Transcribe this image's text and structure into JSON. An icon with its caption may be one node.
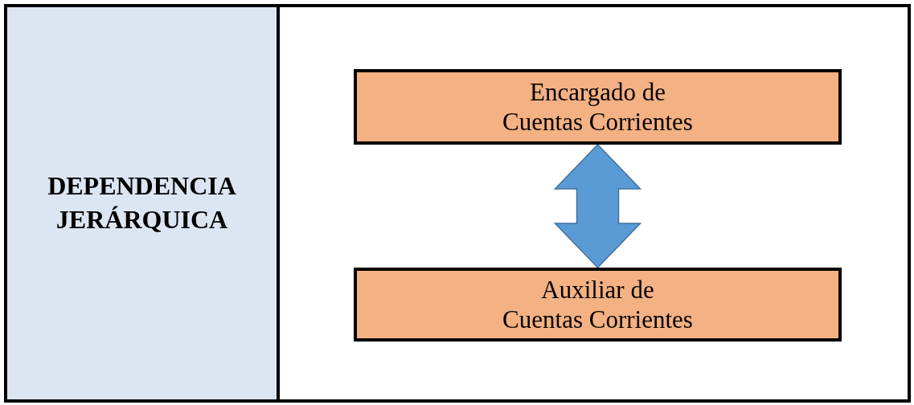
{
  "diagram": {
    "nodes": [
      {
        "text": [
          "DEPENDENCIA JERÁRQUICA"
        ]
      },
      {
        "text": [],
        "shape": "box"
      },
      {
        "text": [
          "Encargado de Cuentas Corrientes"
        ],
        "in": 1
      },
      {
        "text": [
          "Auxiliar de Cuentas Corrientes"
        ],
        "in": 1
      }
    ],
    "edges": [
      {
        "from": 2,
        "to": 3,
        "arrow": "both",
        "style": "thick"
      }
    ]
  }
}
